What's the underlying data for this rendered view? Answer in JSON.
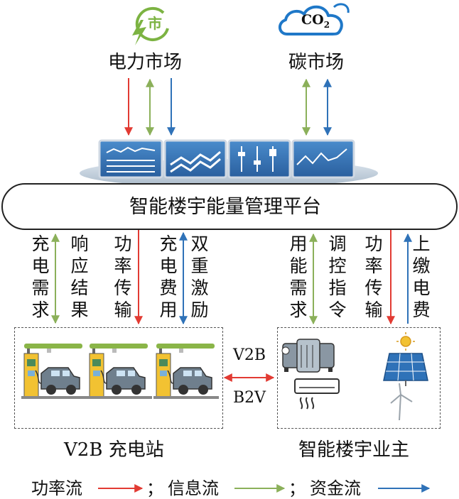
{
  "markets": {
    "electricity_label": "电力市场",
    "electricity_icon_char": "市",
    "carbon_label": "碳市场",
    "carbon_icon_text": "CO",
    "carbon_icon_subscript": "2"
  },
  "platform": {
    "label": "智能楼宇能量管理平台"
  },
  "left_channels": [
    "充电需求",
    "响应结果",
    "功率传输",
    "充电费用",
    "双重激励"
  ],
  "right_channels": [
    "用能需求",
    "调控指令",
    "功率传输",
    "上缴电费"
  ],
  "exchange": {
    "top_label": "V2B",
    "bottom_label": "B2V"
  },
  "stations": {
    "label": "V2B 充电站",
    "count": 3
  },
  "owner": {
    "label": "智能楼宇业主"
  },
  "legend": {
    "power_label": "功率流",
    "info_label": "信息流",
    "money_label": "资金流",
    "separator": "；"
  },
  "colors": {
    "power": "#e23b33",
    "info": "#8bb05a",
    "money": "#2f72b8",
    "icon_green": "#7cb342",
    "cloud_blue": "#1f78c8"
  }
}
